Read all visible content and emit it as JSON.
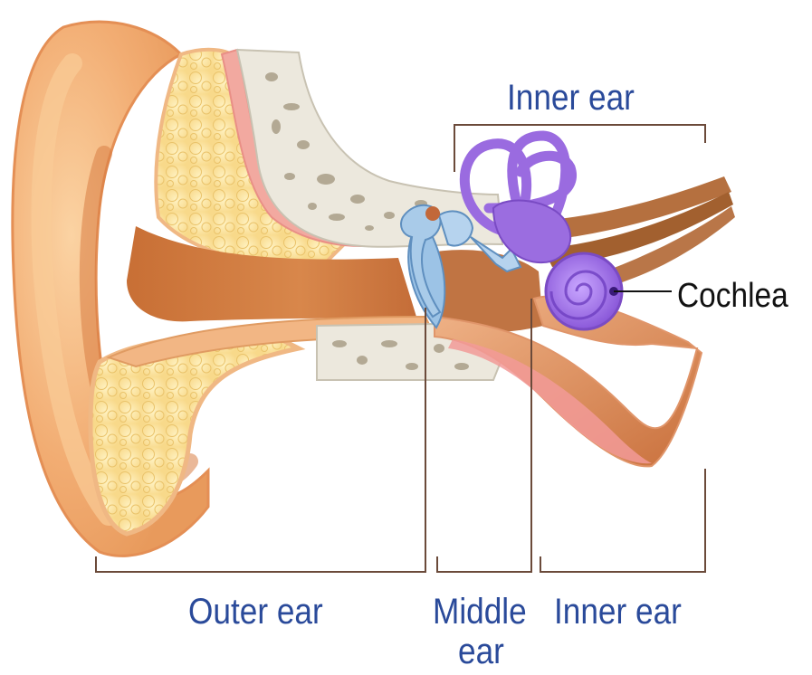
{
  "labels": {
    "inner_ear_top": "Inner ear",
    "cochlea": "Cochlea",
    "outer_ear": "Outer ear",
    "middle_ear_line1": "Middle",
    "middle_ear_line2": "ear",
    "inner_ear_bottom": "Inner ear"
  },
  "colors": {
    "label_text": "#2a4a9a",
    "bracket": "#6b4a3a",
    "skin": "#f4b27a",
    "canal": "#c9763e",
    "bone": "#ebe7dc",
    "fat": "#fbe29a",
    "cochlea": "#9b6de0"
  }
}
